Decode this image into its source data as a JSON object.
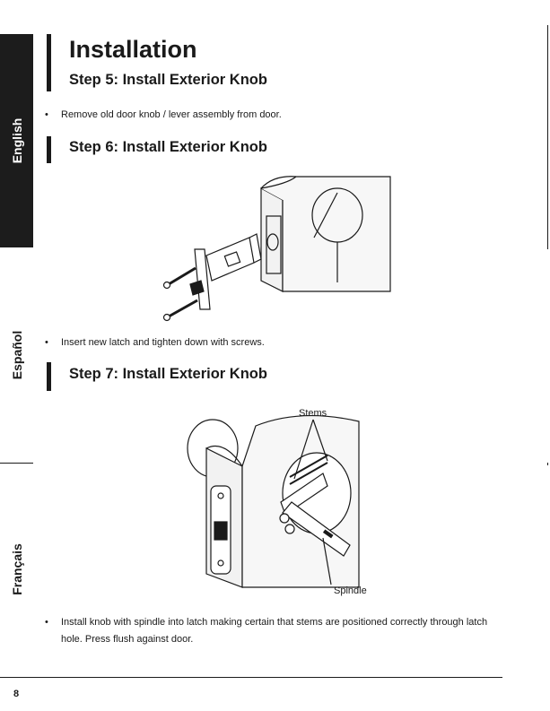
{
  "sidebar": {
    "tabs": [
      {
        "label": "English",
        "active": true
      },
      {
        "label": "Español",
        "active": false
      },
      {
        "label": "Français",
        "active": false
      }
    ]
  },
  "page": {
    "title": "Installation",
    "number": "8"
  },
  "steps": [
    {
      "heading": "Step 5: Install Exterior Knob",
      "bullets": [
        "Remove old door knob / lever assembly from door."
      ]
    },
    {
      "heading": "Step 6: Install Exterior Knob",
      "bullets": [
        "Insert new latch and tighten down with screws."
      ]
    },
    {
      "heading": "Step 7: Install Exterior Knob",
      "figure_labels": {
        "stems": "Stems",
        "spindle": "Spindle"
      },
      "bullets": [
        "Install knob with spindle into latch making certain that stems are positioned correctly through latch hole. Press flush against door."
      ]
    }
  ],
  "colors": {
    "ink": "#1a1a1a",
    "tab_active_bg": "#1c1c1c",
    "tab_active_text": "#ffffff"
  }
}
